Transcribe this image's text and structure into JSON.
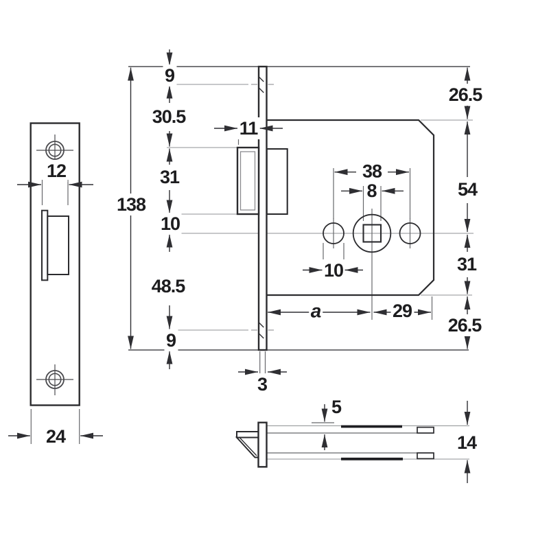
{
  "drawing": {
    "kind": "dimensioned technical drawing",
    "subject": "mortise lock case with strike plate, three orthographic views",
    "background_color": "#ffffff",
    "line_color": "#2b2b2e",
    "thin_line_color": "#8f9194",
    "label_color": "#1d1d1f"
  },
  "views": {
    "strike_plate_front": {
      "opening_width": "12",
      "plate_width": "24"
    },
    "lock_case_side": {
      "top_edge_offset": "9",
      "screw_to_latch": "30.5",
      "latch_height": "31",
      "latch_to_center": "10",
      "center_to_screw": "48.5",
      "bottom_edge_offset": "9",
      "faceplate_length": "138",
      "latch_protrusion": "11",
      "hole_spacing": "38",
      "spindle_square": "8",
      "hole_diameter": "10",
      "backset": "a",
      "spindle_to_edge": "29",
      "case_top_margin": "26.5",
      "case_upper_height": "54",
      "case_lower_height": "31",
      "case_bottom_margin": "26.5",
      "faceplate_thickness": "3"
    },
    "lock_case_bottom": {
      "faceplate_overhang": "5",
      "case_thickness": "14"
    }
  }
}
